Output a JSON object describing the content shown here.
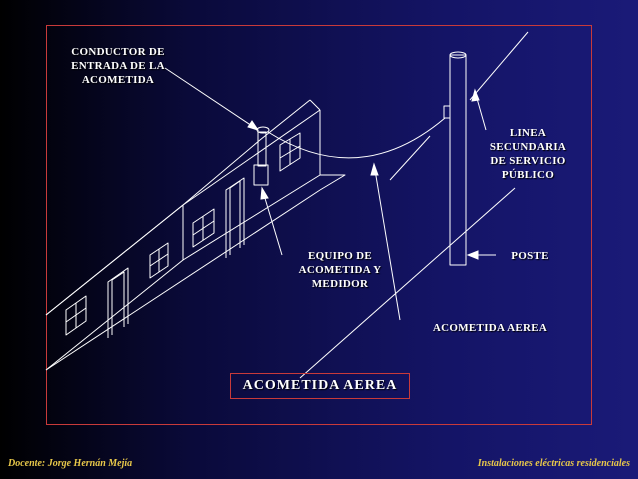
{
  "labels": {
    "conductor": "CONDUCTOR DE\nENTRADA DE LA\nACOMETIDA",
    "linea": "LINEA\nSECUNDARIA\nDE SERVICIO\nPÚBLICO",
    "equipo": "EQUIPO DE\nACOMETIDA Y\nMEDIDOR",
    "poste": "POSTE",
    "acometida": "ACOMETIDA AEREA"
  },
  "title": "ACOMETIDA  AEREA",
  "footer": {
    "left": "Docente: Jorge Hernán Mejía",
    "right": "Instalaciones eléctricas residenciales"
  },
  "colors": {
    "frame": "#c83a3a",
    "footer_text": "#e8c84a",
    "lines": "#ffffff"
  }
}
